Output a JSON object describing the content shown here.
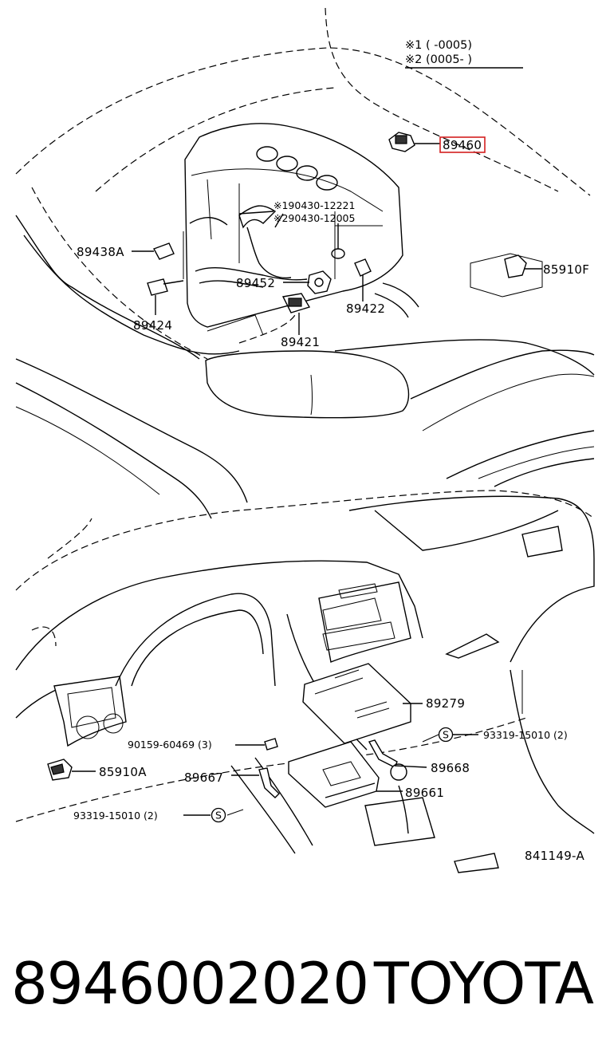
{
  "notes": {
    "line1": "※1 (      -0005)",
    "line2": "※2 (0005-      )",
    "ref1": "※190430-12221",
    "ref2": "※290430-12005"
  },
  "labels": {
    "p89460": "89460",
    "p85910F": "85910F",
    "p89438A": "89438A",
    "p89452": "89452",
    "p89424": "89424",
    "p89422": "89422",
    "p89421": "89421",
    "p89279": "89279",
    "p93319_right": "93319-15010 (2)",
    "p90159": "90159-60469 (3)",
    "p85910A": "85910A",
    "p89667": "89667",
    "p89668": "89668",
    "p89661": "89661",
    "p93319_left": "93319-15010 (2)",
    "s_symbol": "S",
    "diagram_code": "841149-A"
  },
  "highlight_color": "#d42020",
  "footer": {
    "part_number": "8946002020",
    "brand": "TOYOTA"
  }
}
